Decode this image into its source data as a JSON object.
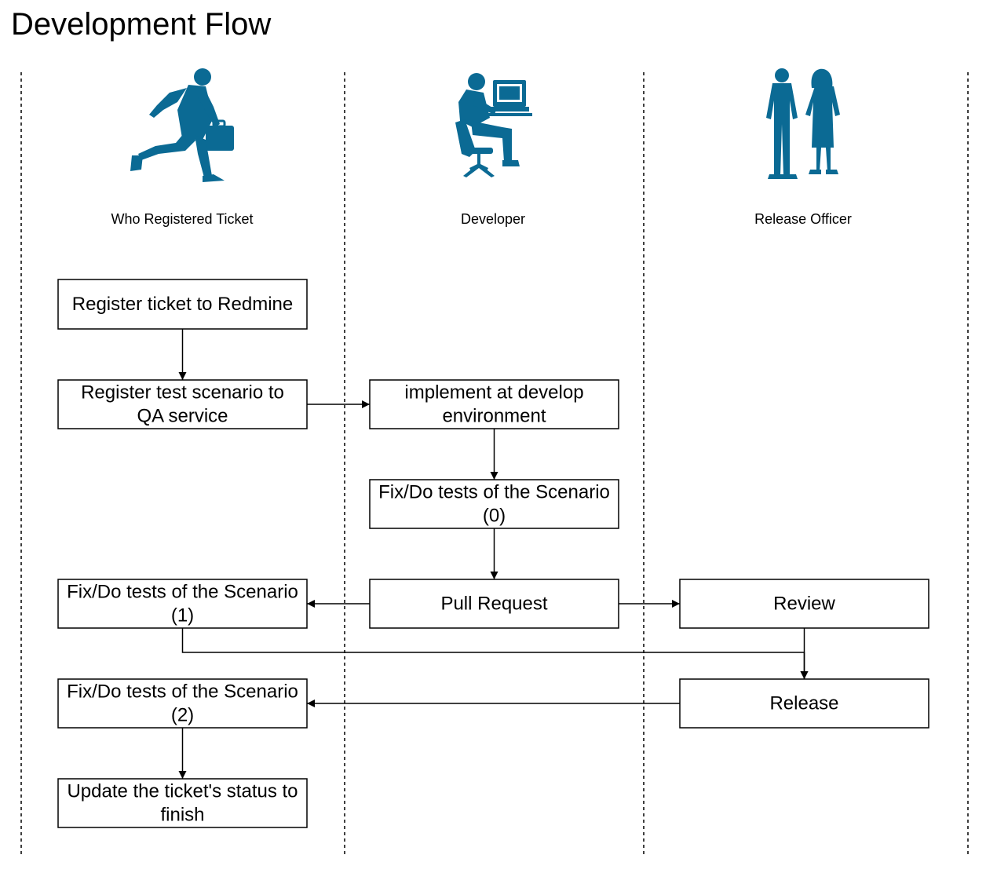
{
  "title": "Development Flow",
  "colors": {
    "figure": "#0b6a94",
    "line": "#000000",
    "background": "#ffffff"
  },
  "lanes": [
    {
      "id": "lane-ticket",
      "label": "Who Registered Ticket",
      "icon": "running-businessman-icon"
    },
    {
      "id": "lane-developer",
      "label": "Developer",
      "icon": "developer-at-computer-icon"
    },
    {
      "id": "lane-release",
      "label": "Release Officer",
      "icon": "business-people-icon"
    }
  ],
  "boxes": [
    {
      "id": "register-ticket",
      "lines": [
        "Register ticket to Redmine"
      ]
    },
    {
      "id": "register-scenario",
      "lines": [
        "Register test scenario to",
        "QA service"
      ]
    },
    {
      "id": "implement",
      "lines": [
        "implement at develop",
        "environment"
      ]
    },
    {
      "id": "fix-tests-0",
      "lines": [
        "Fix/Do tests of the Scenario",
        "(0)"
      ]
    },
    {
      "id": "pull-request",
      "lines": [
        "Pull Request"
      ]
    },
    {
      "id": "fix-tests-1",
      "lines": [
        "Fix/Do tests of the Scenario",
        "(1)"
      ]
    },
    {
      "id": "review",
      "lines": [
        "Review"
      ]
    },
    {
      "id": "release",
      "lines": [
        "Release"
      ]
    },
    {
      "id": "fix-tests-2",
      "lines": [
        "Fix/Do tests of the Scenario",
        "(2)"
      ]
    },
    {
      "id": "update-status",
      "lines": [
        "Update the ticket's status to",
        "finish"
      ]
    }
  ],
  "edges": [
    {
      "from": "register-ticket",
      "to": "register-scenario"
    },
    {
      "from": "register-scenario",
      "to": "implement"
    },
    {
      "from": "implement",
      "to": "fix-tests-0"
    },
    {
      "from": "fix-tests-0",
      "to": "pull-request"
    },
    {
      "from": "pull-request",
      "to": "fix-tests-1"
    },
    {
      "from": "pull-request",
      "to": "review"
    },
    {
      "from": "fix-tests-1",
      "to": "release"
    },
    {
      "from": "review",
      "to": "release"
    },
    {
      "from": "release",
      "to": "fix-tests-2"
    },
    {
      "from": "fix-tests-2",
      "to": "update-status"
    }
  ]
}
